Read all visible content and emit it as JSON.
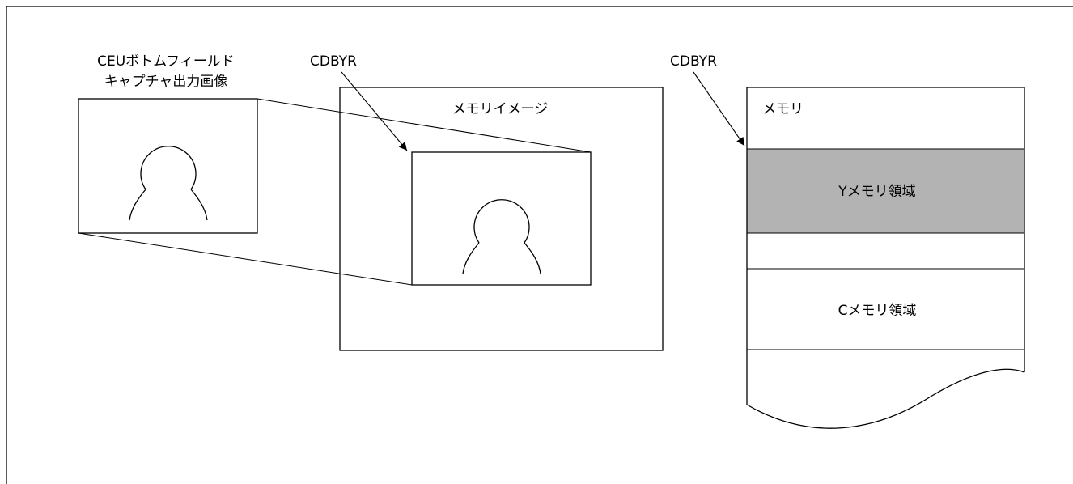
{
  "capture": {
    "label_line1": "CEUボトムフィールド",
    "label_line2": "キャプチャ出力画像"
  },
  "memory_image": {
    "title": "メモリイメージ",
    "pointer_label": "CDBYR"
  },
  "memory": {
    "title": "メモリ",
    "pointer_label": "CDBYR",
    "y_area_label": "Yメモリ領域",
    "c_area_label": "Cメモリ領域"
  },
  "colors": {
    "y_area_fill": "#b3b3b3",
    "line": "#000000",
    "background": "#ffffff"
  }
}
